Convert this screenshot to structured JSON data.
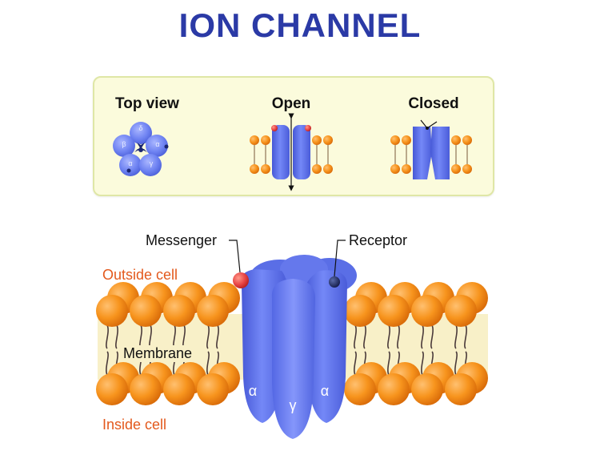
{
  "title": "ION CHANNEL",
  "top_panel": {
    "top_view_label": "Top view",
    "open_label": "Open",
    "closed_label": "Closed",
    "subunits": [
      "δ",
      "β",
      "α",
      "α",
      "γ"
    ]
  },
  "main": {
    "messenger_label": "Messenger",
    "receptor_label": "Receptor",
    "outside_label": "Outside cell",
    "membrane_label": "Membrane",
    "inside_label": "Inside cell",
    "subunit_left": "α",
    "subunit_center": "γ",
    "subunit_right": "α"
  },
  "colors": {
    "title": "#2b3aa6",
    "lipid_head": "#f7941d",
    "channel": "#5f73ee",
    "messenger": "#e84545",
    "label_orange": "#e3591d",
    "panel_bg": "#fbfbdc"
  }
}
